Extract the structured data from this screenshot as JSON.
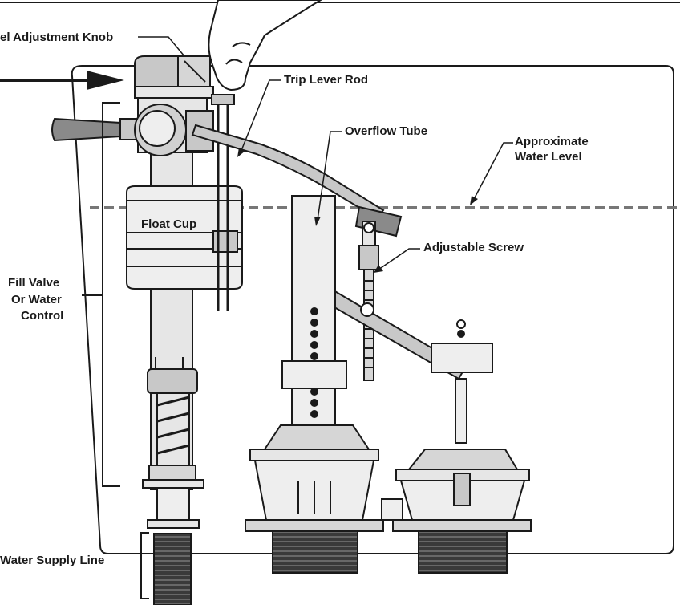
{
  "labels": {
    "level_knob": "el Adjustment Knob",
    "trip_lever": "Trip Lever Rod",
    "overflow_tube": "Overflow Tube",
    "water_level_1": "Approximate",
    "water_level_2": "Water Level",
    "float_cup": "Float Cup",
    "adjustable_screw": "Adjustable Screw",
    "fill_valve_1": "Fill Valve",
    "fill_valve_2": "Or Water",
    "fill_valve_3": "Control",
    "supply_line": "Water Supply Line"
  },
  "colors": {
    "ink": "#1a1a1a",
    "gray_light": "#e6e6e6",
    "gray_mid": "#c8c8c8",
    "gray_dark": "#8a8a8a",
    "water_line": "#777777"
  }
}
